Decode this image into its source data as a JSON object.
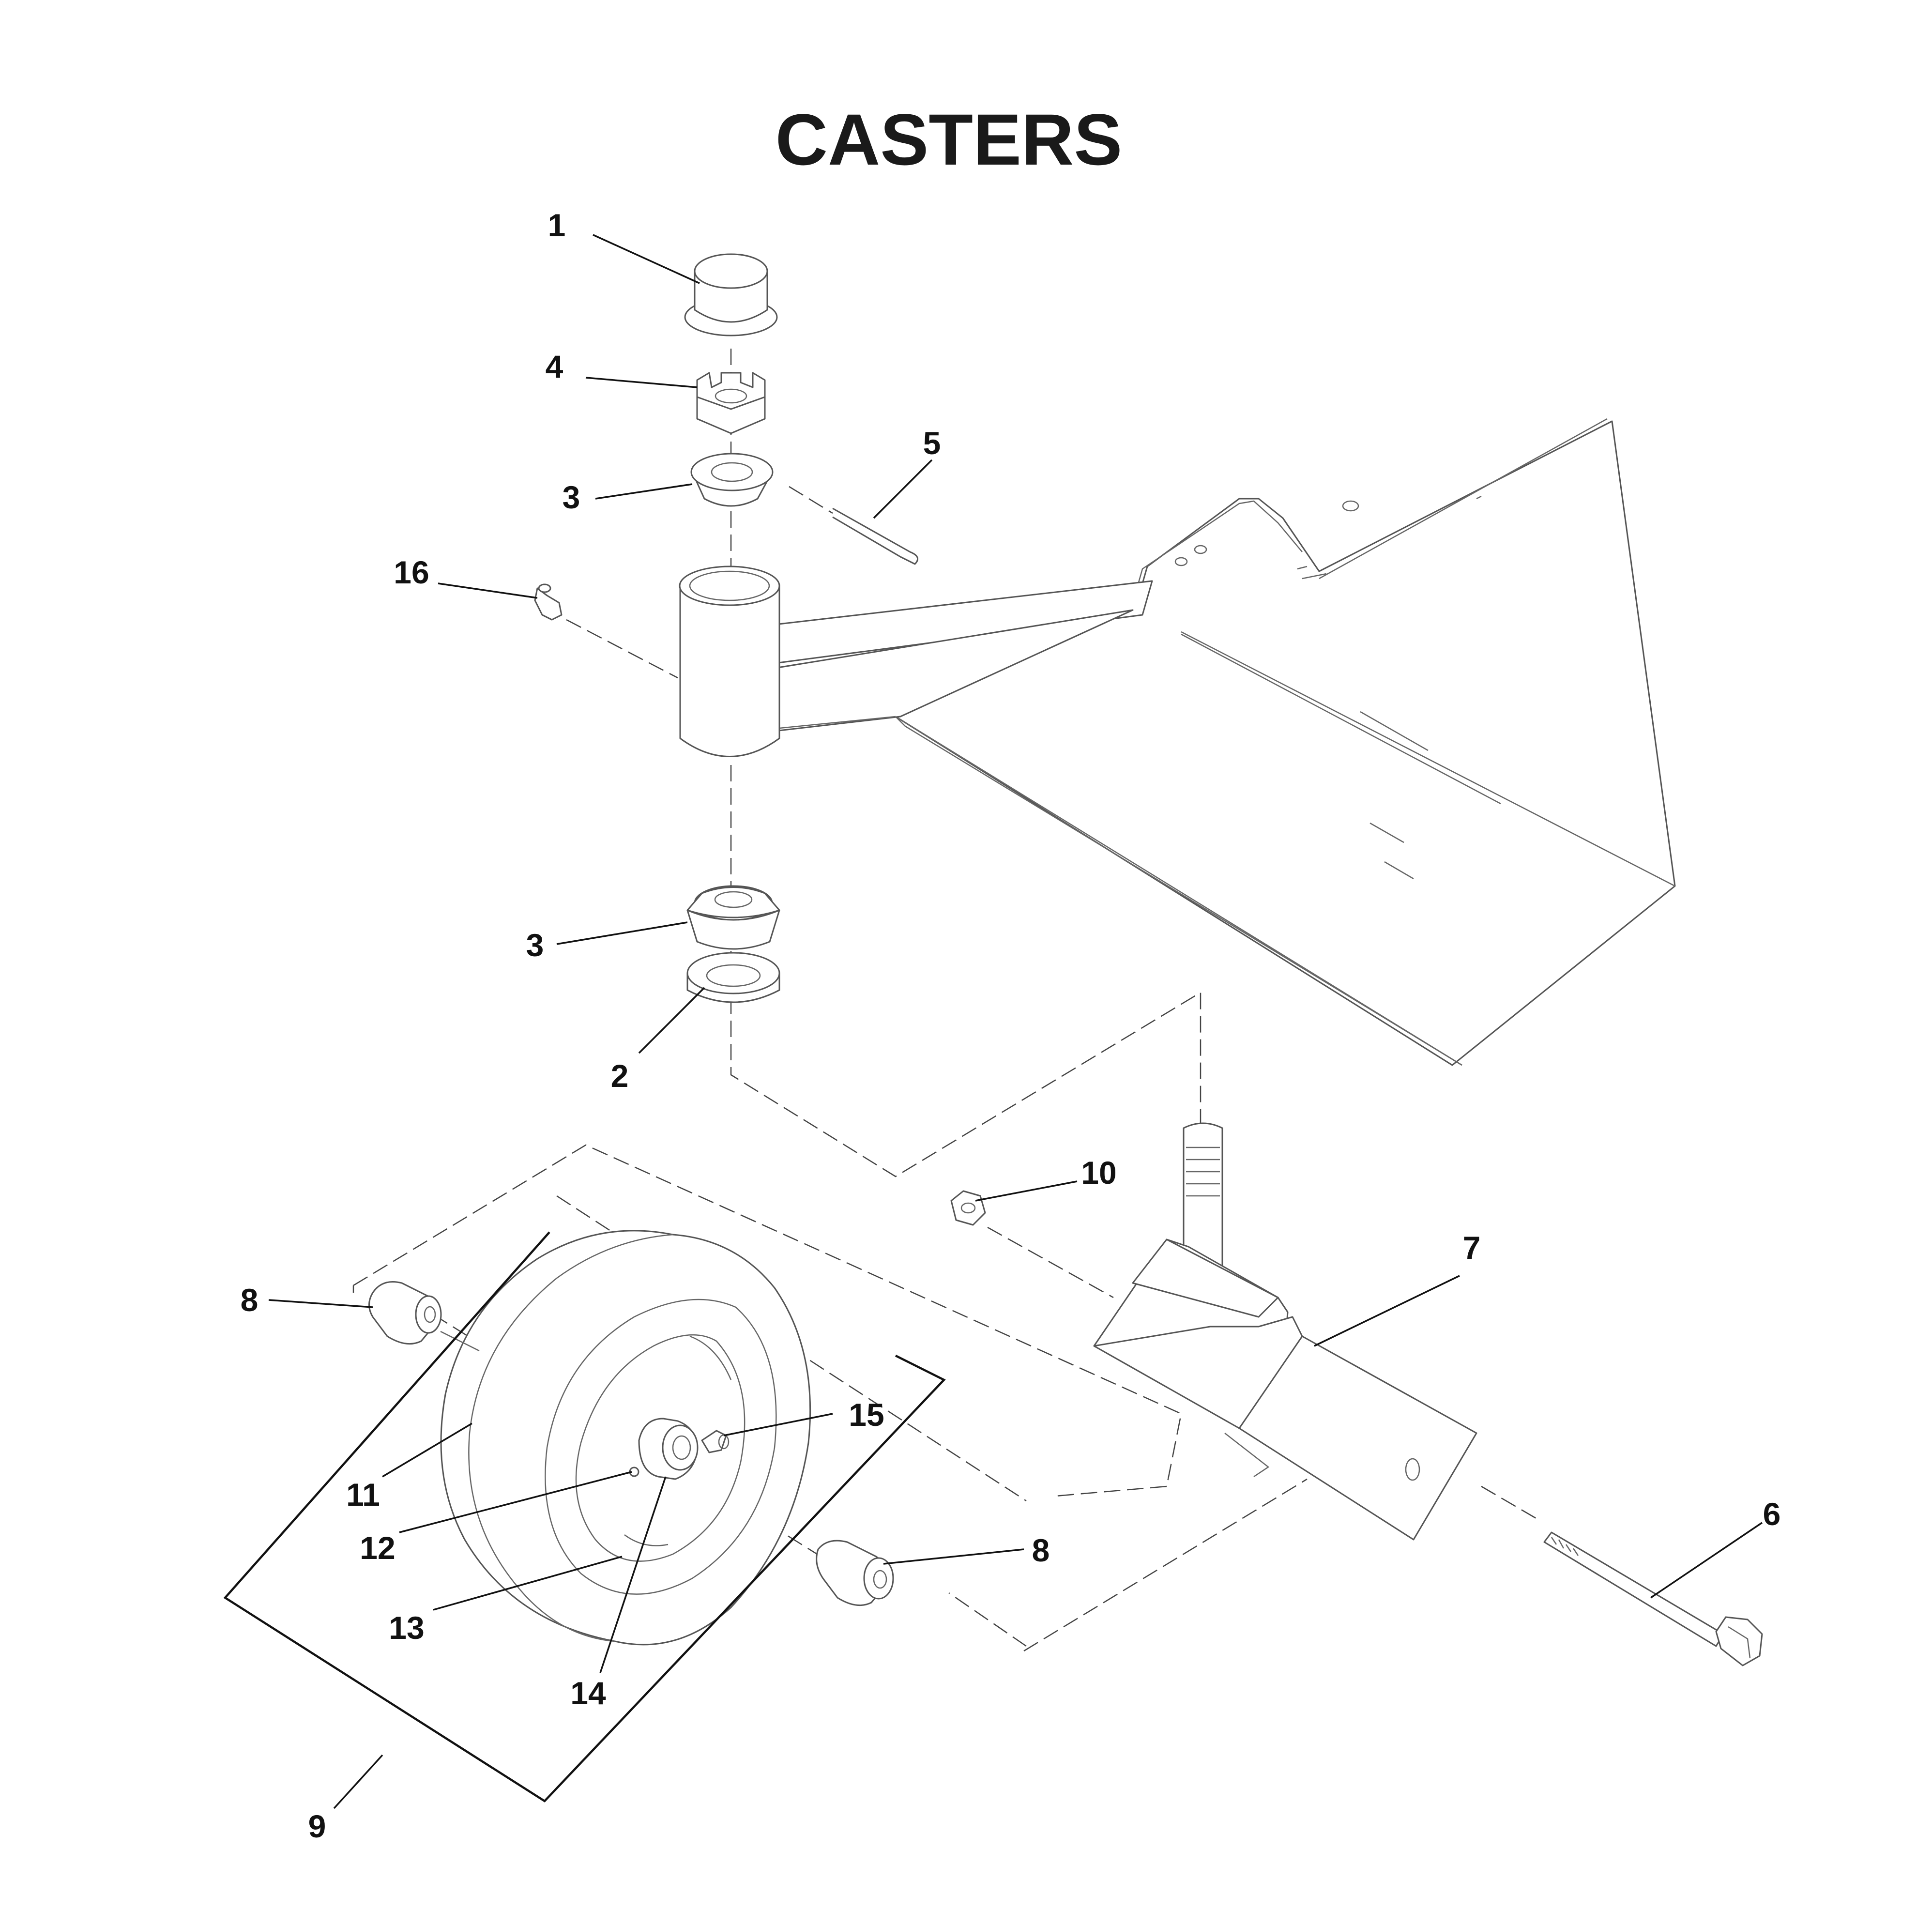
{
  "title": "CASTERS",
  "callouts": {
    "c1": "1",
    "c2": "2",
    "c3_upper": "3",
    "c3_lower": "3",
    "c4": "4",
    "c5": "5",
    "c6": "6",
    "c7": "7",
    "c8_left": "8",
    "c8_right": "8",
    "c9": "9",
    "c10": "10",
    "c11": "11",
    "c12": "12",
    "c13": "13",
    "c14": "14",
    "c15": "15",
    "c16": "16"
  },
  "colors": {
    "ink": "#111111",
    "linework": "#555555",
    "background": "#ffffff"
  }
}
